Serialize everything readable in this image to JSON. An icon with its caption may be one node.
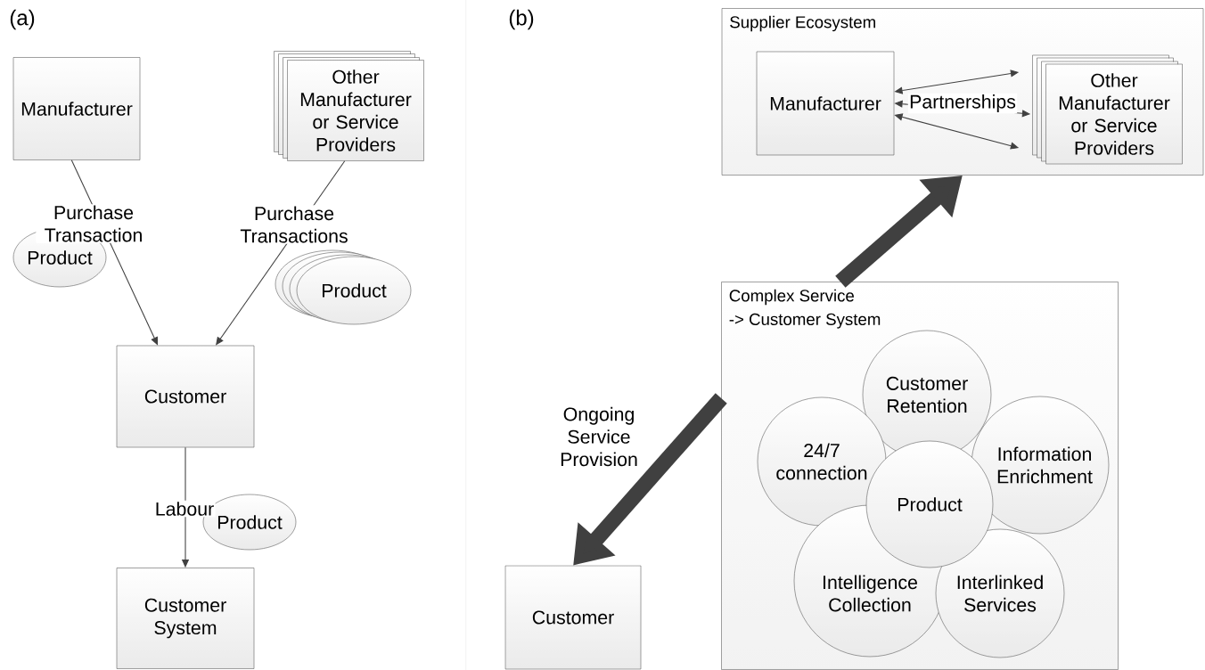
{
  "diagram": {
    "nodes": [
      {
        "text": [
          "Manufacturer"
        ]
      },
      {
        "text": [
          "Other Manufacturer or Service Providers"
        ]
      },
      {
        "text": [
          "Product"
        ]
      },
      {
        "text": [
          "Product"
        ]
      },
      {
        "text": [
          "Customer"
        ]
      },
      {
        "text": [
          "Product"
        ]
      },
      {
        "text": [
          "Customer System"
        ]
      },
      {
        "text": [
          "Supplier Ecosystem"
        ]
      },
      {
        "text": [
          "Manufacturer"
        ],
        "in": 7
      },
      {
        "text": [
          "Other Manufacturer or Service Providers"
        ],
        "in": 7
      },
      {
        "text": [
          "Complex Service",
          "-> Customer System"
        ]
      },
      {
        "text": [
          "Customer Retention"
        ],
        "in": 10
      },
      {
        "text": [
          "24/7 connection"
        ],
        "in": 10
      },
      {
        "text": [
          "Information Enrichment"
        ],
        "in": 10
      },
      {
        "text": [
          "Product"
        ],
        "in": 10
      },
      {
        "text": [
          "Intelligence Collection"
        ],
        "in": 10
      },
      {
        "text": [
          "Interlinked Services"
        ],
        "in": 10
      },
      {
        "text": [
          "Customer"
        ]
      }
    ],
    "edges": [
      {
        "from": 0,
        "to": 4,
        "arrow": "to",
        "label": "Purchase Transaction"
      },
      {
        "from": 1,
        "to": 4,
        "arrow": "to",
        "label": "Purchase Transactions"
      },
      {
        "from": 4,
        "to": 6,
        "arrow": "to",
        "label": "Labour"
      },
      {
        "from": 8,
        "to": 9,
        "arrow": "both"
      },
      {
        "from": 8,
        "to": 9,
        "arrow": "both",
        "label": "Partnerships"
      },
      {
        "from": 8,
        "to": 9,
        "arrow": "both"
      },
      {
        "from": 10,
        "to": 7,
        "arrow": "to",
        "style": "thick"
      },
      {
        "from": 10,
        "to": 17,
        "arrow": "to",
        "style": "thick",
        "label": "Ongoing Service Provision"
      }
    ],
    "labels": [
      "(a)",
      "(b)"
    ]
  }
}
